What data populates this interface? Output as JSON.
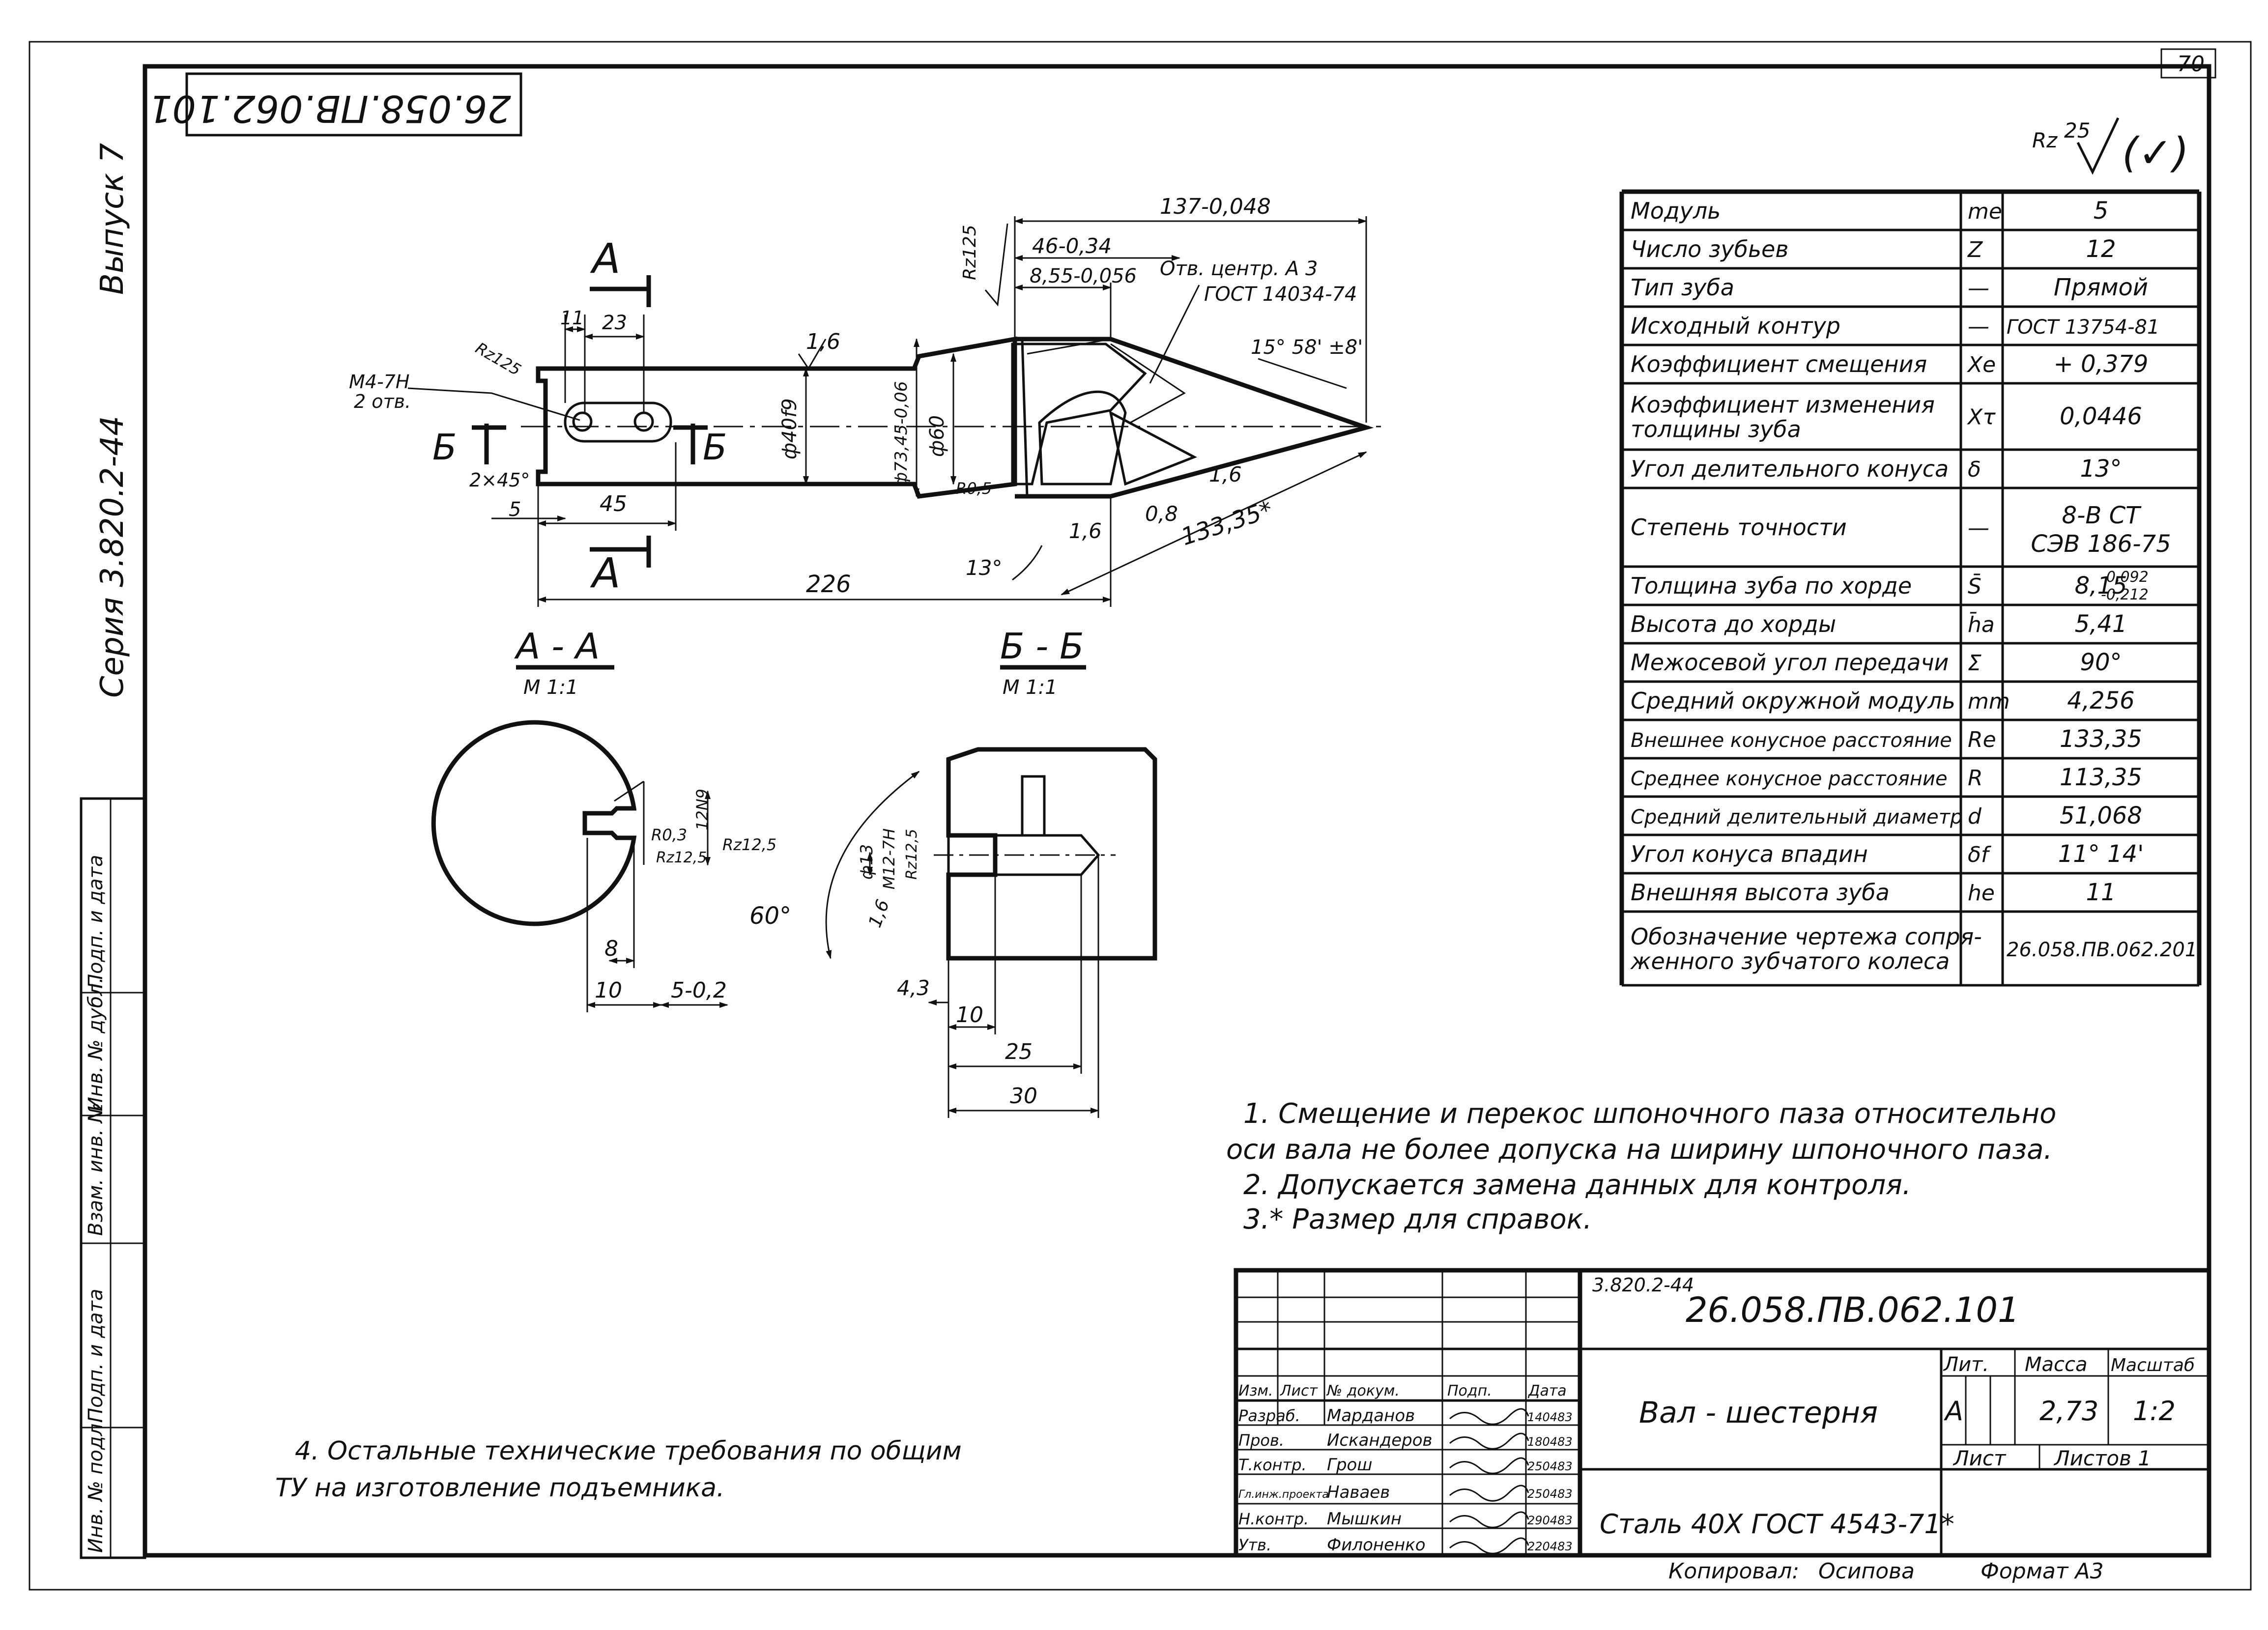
{
  "sheet_page": "70",
  "drawing_code": "26.058.ПВ.062.101",
  "drawing_code_rotated": "26.058.ПВ.062.101",
  "surface_mark": {
    "prefix": "Rz",
    "value": "25",
    "rest": "(✓)"
  },
  "left_strip": {
    "issue": "Выпуск 7",
    "series": "Серия 3.820.2-44",
    "stamp_fields": [
      "Инв. № подл.",
      "Подп. и дата",
      "Взам. инв. №",
      "Инв. № дубл.",
      "Подп. и дата"
    ]
  },
  "params_table": [
    {
      "name": "Модуль",
      "sym": "me",
      "val": "5"
    },
    {
      "name": "Число зубьев",
      "sym": "Z",
      "val": "12"
    },
    {
      "name": "Тип зуба",
      "sym": "—",
      "val": "Прямой"
    },
    {
      "name": "Исходный контур",
      "sym": "—",
      "val": "ГОСТ 13754-81"
    },
    {
      "name": "Коэффициент смещения",
      "sym": "Xe",
      "val": "+ 0,379"
    },
    {
      "name": "Коэффициент изменения",
      "name2": "толщины зуба",
      "sym": "Xτ",
      "val": "0,0446"
    },
    {
      "name": "Угол делительного конуса",
      "sym": "δ",
      "val": "13°"
    },
    {
      "name": "Степень точности",
      "sym": "—",
      "val": "8-В СТ",
      "val2": "СЭВ 186-75"
    },
    {
      "name": "Толщина зуба по хорде",
      "sym": "S̄",
      "val": "8,15",
      "tol_up": "-0,092",
      "tol_dn": "-0,212"
    },
    {
      "name": "Высота до хорды",
      "sym": "h̄a",
      "val": "5,41"
    },
    {
      "name": "Межосевой угол передачи",
      "sym": "Σ",
      "val": "90°"
    },
    {
      "name": "Средний окружной модуль",
      "sym": "mm",
      "val": "4,256"
    },
    {
      "name": "Внешнее конусное расстояние",
      "sym": "Re",
      "val": "133,35"
    },
    {
      "name": "Среднее конусное расстояние",
      "sym": "R",
      "val": "113,35"
    },
    {
      "name": "Средний делительный диаметр",
      "sym": "d",
      "val": "51,068"
    },
    {
      "name": "Угол конуса впадин",
      "sym": "δf",
      "val": "11° 14'"
    },
    {
      "name": "Внешняя высота зуба",
      "sym": "he",
      "val": "11"
    },
    {
      "name": "Обозначение чертежа сопря-",
      "name2": "женного зубчатого колеса",
      "sym": "",
      "val": "26.058.ПВ.062.201"
    }
  ],
  "main_view": {
    "dim_overall": "137-0,048",
    "dim_46": "46-0,34",
    "dim_855": "8,55-0,056",
    "center_hole_1": "Отв. центр. А 3",
    "center_hole_2": "ГОСТ 14034-74",
    "angle_root": "15° 58' ±8'",
    "rz125_top": "Rz125",
    "rz125_left": "Rz125",
    "rough_16a": "1,6",
    "rough_16b": "1,6",
    "rough_16c": "1,6",
    "rough_08": "0,8",
    "thread_label_1": "M4-7H",
    "thread_label_2": "2 отв.",
    "dim_11": "11",
    "dim_23": "23",
    "dim_45": "45",
    "dim_5": "5",
    "chamfer": "2×45°",
    "dim_226": "226",
    "dim_13deg": "13°",
    "dim_13335": "133,35*",
    "dia_40": "ф40f9",
    "dia_7345": "ф73,45-0,06",
    "dia_60": "ф60",
    "r05": "R0,5",
    "sec_a": "А",
    "sec_b": "Б"
  },
  "section_aa": {
    "title": "А - А",
    "scale": "М 1:1",
    "r03": "R0,3",
    "rz125": "Rz12,5",
    "rz125b": "Rz12,5",
    "dim_12n9": "12N9",
    "dim_8": "8",
    "dim_10": "10",
    "dim_5_02": "5-0,2"
  },
  "section_bb": {
    "title": "Б - Б",
    "scale": "М 1:1",
    "angle_60": "60°",
    "dia_13": "ф13",
    "thread": "M12-7H",
    "rz125": "Rz12,5",
    "dim_16": "1,6",
    "dim_43": "4,3",
    "dim_10": "10",
    "dim_25": "25",
    "dim_30": "30"
  },
  "notes": [
    "1. Смещение и перекос шпоночного паза относительно",
    "оси вала не более допуска на ширину шпоночного паза.",
    "2. Допускается замена данных для контроля.",
    "3.* Размер для справок."
  ],
  "note4": [
    "4. Остальные технические требования по общим",
    "ТУ на изготовление подъемника."
  ],
  "title_block": {
    "series_small": "3.820.2-44",
    "code": "26.058.ПВ.062.101",
    "name": "Вал - шестерня",
    "material": "Сталь 40Х ГОСТ 4543-71*",
    "headers": [
      "Изм.",
      "Лист",
      "№ докум.",
      "Подп.",
      "Дата"
    ],
    "staff": [
      {
        "role": "Разраб.",
        "name": "Марданов",
        "date": "140483"
      },
      {
        "role": "Пров.",
        "name": "Искандеров",
        "date": "180483"
      },
      {
        "role": "Т.контр.",
        "name": "Грош",
        "date": "250483"
      },
      {
        "role": "Гл.инж.проекта",
        "name": "Наваев",
        "date": "250483"
      },
      {
        "role": "Н.контр.",
        "name": "Мышкин",
        "date": "290483"
      },
      {
        "role": "Утв.",
        "name": "Филоненко",
        "date": "220483"
      }
    ],
    "lit_label": "Лит.",
    "lit_value": "А",
    "mass_label": "Масса",
    "mass_value": "2,73",
    "scale_label": "Масштаб",
    "scale_value": "1:2",
    "sheet_label": "Лист",
    "sheets_label": "Листов 1"
  },
  "footer": {
    "copied": "Копировал:",
    "copier": "Осипова",
    "format": "Формат А3"
  }
}
